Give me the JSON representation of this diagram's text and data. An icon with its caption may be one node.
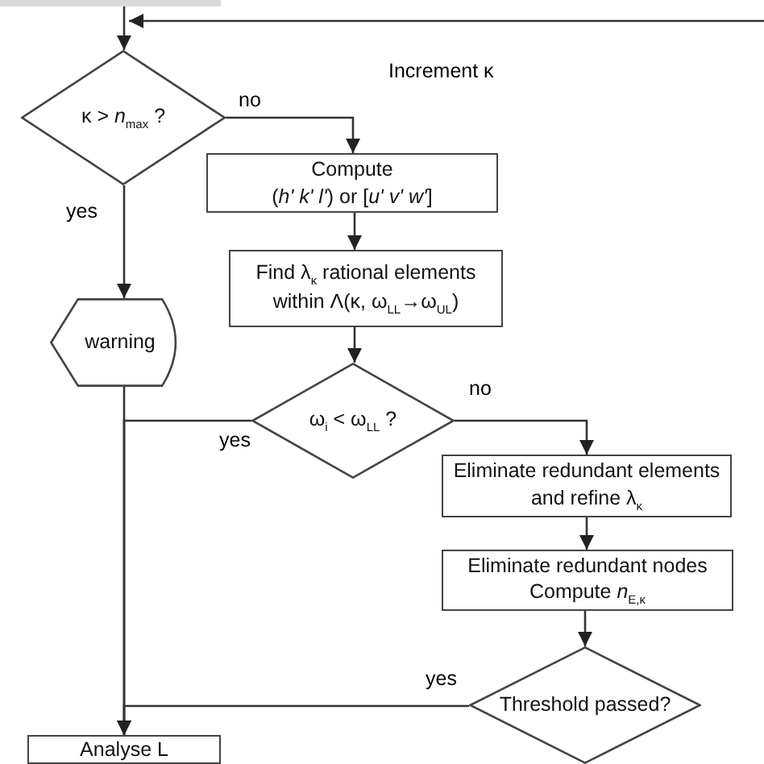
{
  "diagram": {
    "nodes": [
      {
        "text": [],
        "shape": "box"
      },
      {
        "text": [
          "κ > *n*$_{max}$ ?"
        ]
      },
      {
        "text": [
          "Compute",
          "(*h' k' l'*) or [*u' v' w'*]"
        ]
      },
      {
        "text": [
          "Find λ$_{κ}$ rational elements within Λ(κ, ω$_{LL}$→ω$_{UL}$)"
        ]
      },
      {
        "text": [
          "warning"
        ]
      },
      {
        "text": [
          "ω$_{i}$ < ω$_{LL}$ ?"
        ]
      },
      {
        "text": [
          "Eliminate redundant elements and refine λ$_{κ}$"
        ]
      },
      {
        "text": [
          "Eliminate redundant nodes",
          "Compute *n*$_{E,κ}$"
        ]
      },
      {
        "text": [
          "Threshold passed?"
        ]
      },
      {
        "text": [
          "Analyse L"
        ]
      }
    ],
    "edges": [
      {
        "from": 0,
        "to": 1,
        "arrow": "to"
      },
      {
        "from": null,
        "to": 1,
        "arrow": "to",
        "label": "Increment κ"
      },
      {
        "from": 1,
        "to": 2,
        "arrow": "to",
        "label": "no"
      },
      {
        "from": 1,
        "to": 4,
        "arrow": "to",
        "label": "yes"
      },
      {
        "from": 2,
        "to": 3,
        "arrow": "to"
      },
      {
        "from": 3,
        "to": 5,
        "arrow": "to"
      },
      {
        "from": 4,
        "to": 9,
        "arrow": "to"
      },
      {
        "from": 5,
        "to": 9,
        "arrow": "to",
        "label": "yes"
      },
      {
        "from": 5,
        "to": 6,
        "arrow": "to",
        "label": "no"
      },
      {
        "from": 6,
        "to": 7,
        "arrow": "to"
      },
      {
        "from": 7,
        "to": 8,
        "arrow": "to"
      },
      {
        "from": 8,
        "to": 9,
        "arrow": "to",
        "label": "yes"
      }
    ]
  }
}
